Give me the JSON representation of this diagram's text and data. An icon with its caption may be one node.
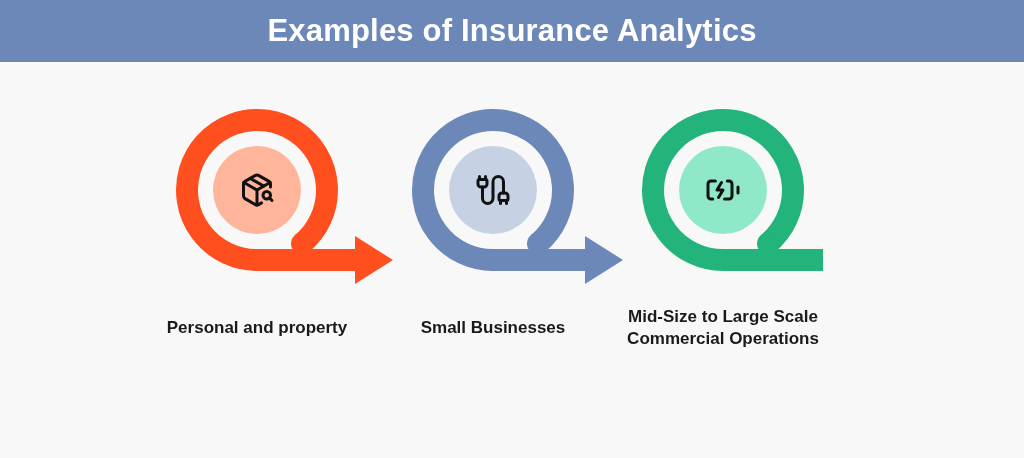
{
  "diagram": {
    "title": "Examples of Insurance Analytics",
    "nodes": [
      {
        "text": [
          "Personal and property"
        ]
      },
      {
        "text": [
          "Small Businesses"
        ]
      },
      {
        "text": [
          "Mid-Size to Large Scale Commercial Operations"
        ]
      }
    ],
    "edges": [
      {
        "from": 0,
        "to": 1,
        "arrow": "to",
        "color": "#ff4f1f"
      },
      {
        "from": 1,
        "to": 2,
        "arrow": "to",
        "color": "#6b88b9"
      }
    ]
  }
}
